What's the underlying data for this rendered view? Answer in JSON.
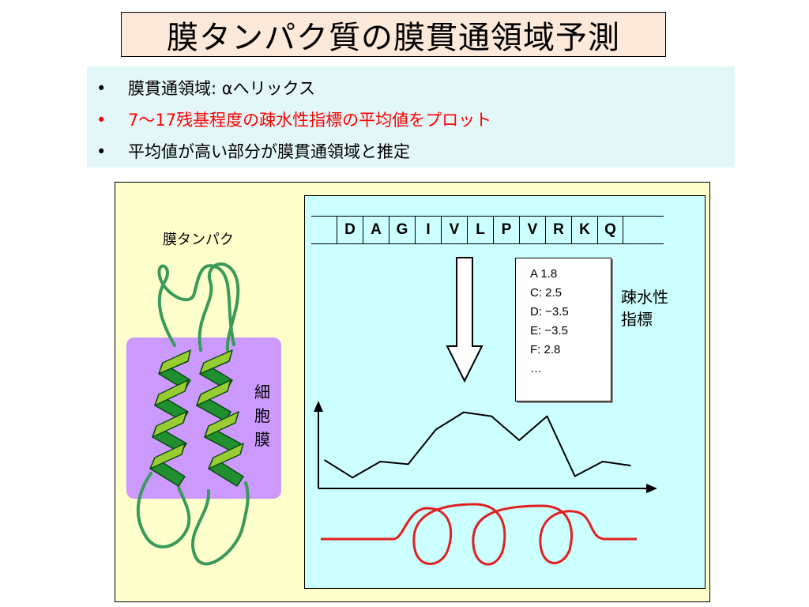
{
  "title": "膜タンパク質の膜貫通領域予測",
  "bullets": [
    {
      "marker": "•",
      "text": "膜貫通領域: αへリックス"
    },
    {
      "marker": "•",
      "text": "7～17残基程度の疎水性指標の平均値をプロット"
    },
    {
      "marker": "•",
      "text": "平均値が高い部分が膜貫通領域と推定"
    }
  ],
  "figure": {
    "protein_label": "膜タンパク",
    "membrane_label": [
      "細",
      "胞",
      "膜"
    ],
    "sequence": [
      "D",
      "A",
      "G",
      "I",
      "V",
      "L",
      "P",
      "V",
      "R",
      "K",
      "Q"
    ],
    "hydro_scale": [
      "A 1.8",
      "C: 2.5",
      "D: −3.5",
      "E: −3.5",
      "F: 2.8",
      "…"
    ],
    "index_label": [
      "疎水性",
      "指標"
    ],
    "colors": {
      "highlight_text": "#ff0000",
      "helix_light": "#99cc33",
      "helix_dark": "#1f8f2f",
      "loop": "#3a9a5a",
      "helix_curve": "#e02020"
    }
  },
  "chart_data": {
    "type": "line",
    "title": "",
    "xlabel": "",
    "ylabel": "",
    "x": [
      1,
      2,
      3,
      4,
      5,
      6,
      7,
      8,
      9,
      10,
      11
    ],
    "series": [
      {
        "values": [
          2.0,
          0.7,
          1.9,
          1.7,
          4.3,
          5.6,
          5.3,
          3.5,
          5.3,
          0.8,
          1.9,
          1.6
        ]
      }
    ],
    "ylim": [
      0,
      7
    ],
    "grid": false
  }
}
